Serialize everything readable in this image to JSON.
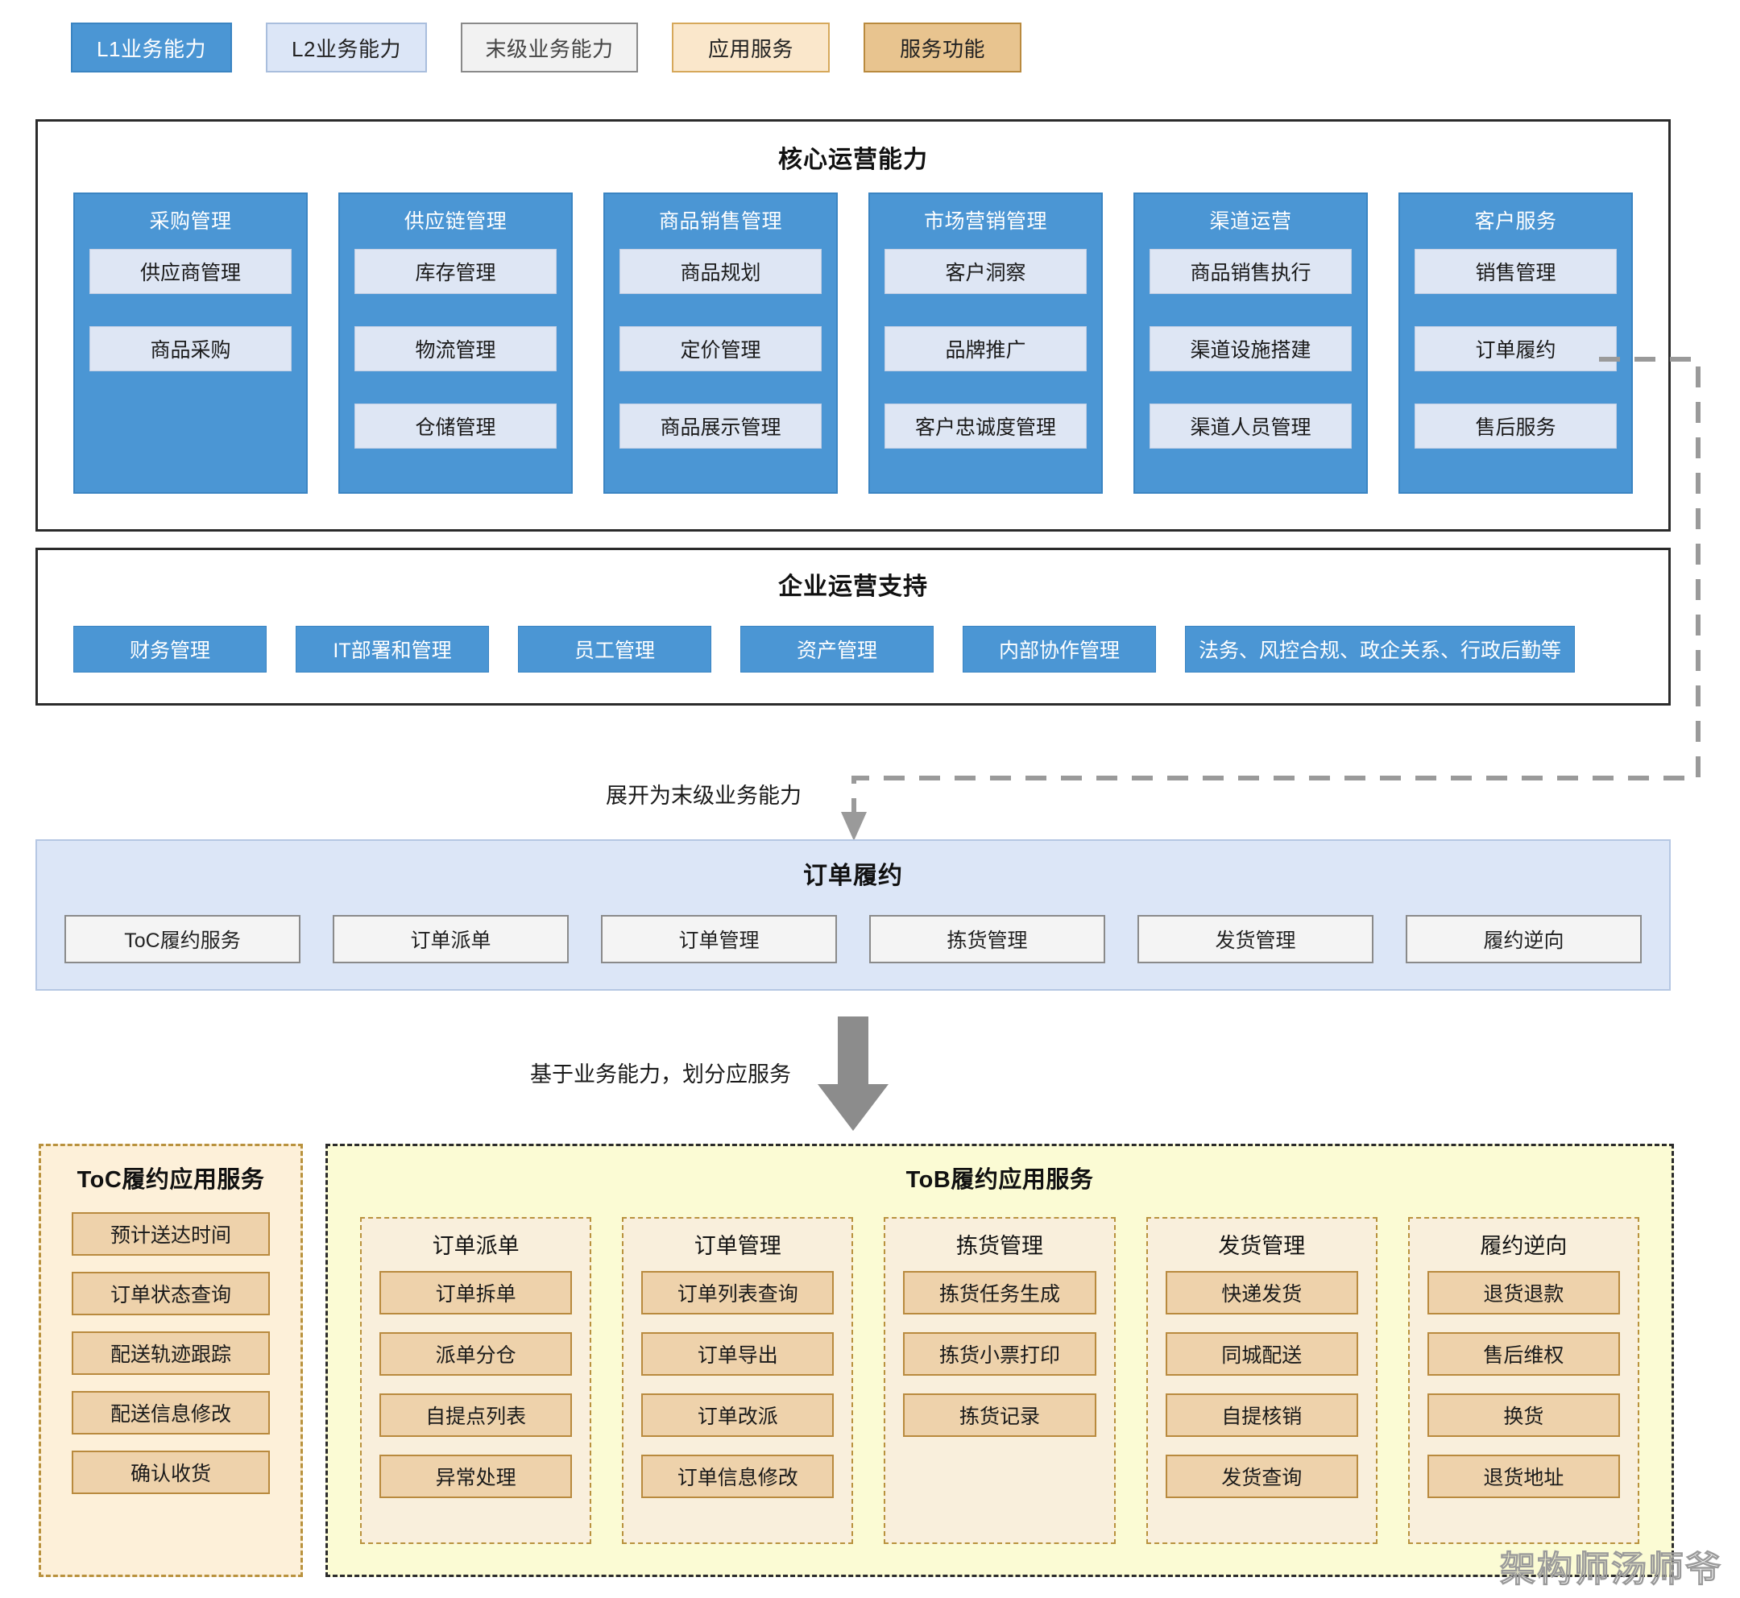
{
  "legend": {
    "items": [
      {
        "label": "L1业务能力",
        "style": "l1",
        "color": "#4b96d4"
      },
      {
        "label": "L2业务能力",
        "style": "l2",
        "color": "#dce6f7"
      },
      {
        "label": "末级业务能力",
        "style": "leaf",
        "color": "#f2f2f2"
      },
      {
        "label": "应用服务",
        "style": "appsvc",
        "color": "#fae7cb"
      },
      {
        "label": "服务功能",
        "style": "svcfunc",
        "color": "#e8c48f"
      }
    ]
  },
  "core_operations": {
    "title": "核心运营能力",
    "columns": [
      {
        "title": "采购管理",
        "items": [
          "供应商管理",
          "商品采购"
        ]
      },
      {
        "title": "供应链管理",
        "items": [
          "库存管理",
          "物流管理",
          "仓储管理"
        ]
      },
      {
        "title": "商品销售管理",
        "items": [
          "商品规划",
          "定价管理",
          "商品展示管理"
        ]
      },
      {
        "title": "市场营销管理",
        "items": [
          "客户洞察",
          "品牌推广",
          "客户忠诚度管理"
        ]
      },
      {
        "title": "渠道运营",
        "items": [
          "商品销售执行",
          "渠道设施搭建",
          "渠道人员管理"
        ]
      },
      {
        "title": "客户服务",
        "items": [
          "销售管理",
          "订单履约",
          "售后服务"
        ]
      }
    ]
  },
  "enterprise_support": {
    "title": "企业运营支持",
    "items": [
      "财务管理",
      "IT部署和管理",
      "员工管理",
      "资产管理",
      "内部协作管理",
      "法务、风控合规、政企关系、行政后勤等"
    ]
  },
  "annotations": {
    "expand": "展开为末级业务能力",
    "split": "基于业务能力，划分应服务"
  },
  "fulfillment": {
    "title": "订单履约",
    "items": [
      "ToC履约服务",
      "订单派单",
      "订单管理",
      "拣货管理",
      "发货管理",
      "履约逆向"
    ]
  },
  "app_services": {
    "toc": {
      "title": "ToC履约应用服务",
      "items": [
        "预计送达时间",
        "订单状态查询",
        "配送轨迹跟踪",
        "配送信息修改",
        "确认收货"
      ]
    },
    "tob": {
      "title": "ToB履约应用服务",
      "groups": [
        {
          "title": "订单派单",
          "items": [
            "订单拆单",
            "派单分仓",
            "自提点列表",
            "异常处理"
          ]
        },
        {
          "title": "订单管理",
          "items": [
            "订单列表查询",
            "订单导出",
            "订单改派",
            "订单信息修改"
          ]
        },
        {
          "title": "拣货管理",
          "items": [
            "拣货任务生成",
            "拣货小票打印",
            "拣货记录"
          ]
        },
        {
          "title": "发货管理",
          "items": [
            "快递发货",
            "同城配送",
            "自提核销",
            "发货查询"
          ]
        },
        {
          "title": "履约逆向",
          "items": [
            "退货退款",
            "售后维权",
            "换货",
            "退货地址"
          ]
        }
      ]
    }
  },
  "watermark": "架构师汤师爷"
}
